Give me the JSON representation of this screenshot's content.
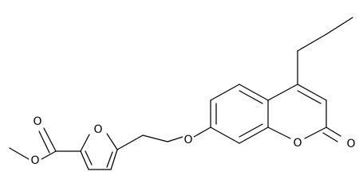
{
  "atoms": [
    {
      "id": "o-ester-methyl",
      "label": "O"
    },
    {
      "id": "o-ester-carbonyl",
      "label": "O"
    },
    {
      "id": "o-furan",
      "label": "O"
    },
    {
      "id": "o-ether",
      "label": "O"
    },
    {
      "id": "o-lactone-ring",
      "label": "O"
    },
    {
      "id": "o-lactone-carbonyl",
      "label": "O"
    }
  ]
}
